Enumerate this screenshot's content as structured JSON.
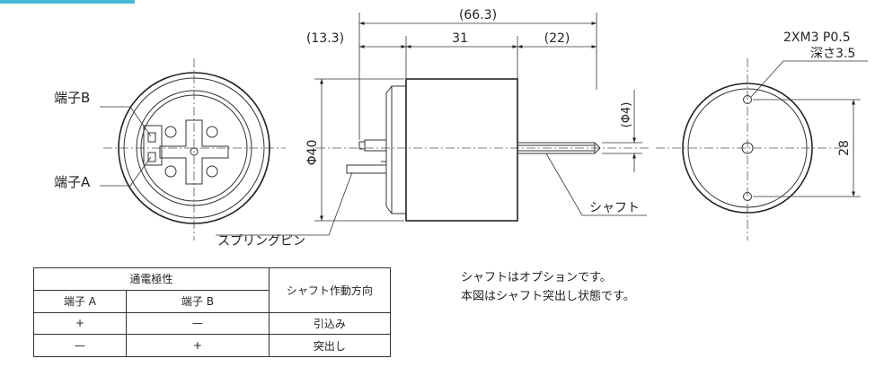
{
  "colors": {
    "accent": "#46b9d4",
    "line": "#222222"
  },
  "drawing": {
    "dims": {
      "overall": "(66.3)",
      "left_ext": "(13.3)",
      "body": "31",
      "shaft_ext": "(22)",
      "diameter": "Φ40",
      "shaft_dia": "(Φ4)",
      "hole_pitch": "28"
    },
    "labels": {
      "terminal_b": "端子B",
      "terminal_a": "端子A",
      "spring_pin": "スプリングピン",
      "shaft": "シャフト",
      "tap_spec": "2XM3 P0.5",
      "tap_depth": "深さ3.5"
    }
  },
  "table": {
    "header_polarity": "通電極性",
    "header_direction": "シャフト作動方向",
    "col_a": "端子 A",
    "col_b": "端子 B",
    "rows": [
      {
        "a": "+",
        "b": "—",
        "dir": "引込み"
      },
      {
        "a": "—",
        "b": "+",
        "dir": "突出し"
      }
    ]
  },
  "notes": [
    "シャフトはオプションです。",
    "本図はシャフト突出し状態です。"
  ]
}
